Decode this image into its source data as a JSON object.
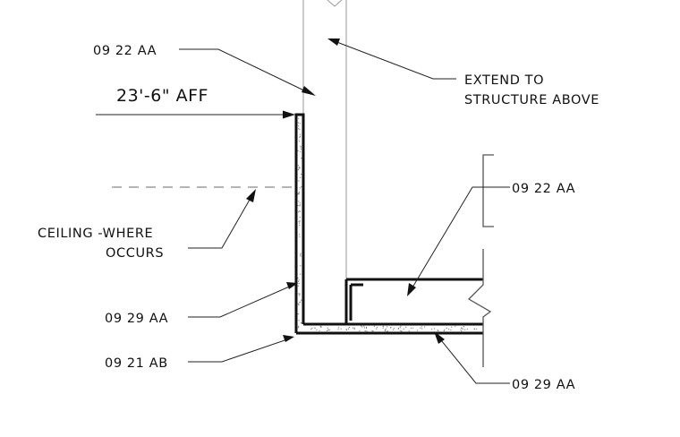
{
  "labels": {
    "top_board": "09 22 AA",
    "elevation": "23'-6\" AFF",
    "extend_line1": "EXTEND TO",
    "extend_line2": "STRUCTURE ABOVE",
    "right_board": "09 22 AA",
    "ceiling_line1": "CEILING -WHERE",
    "ceiling_line2": "OCCURS",
    "left_finish": "09 29 AA",
    "left_sealant": "09 21 AB",
    "bottom_finish": "09 29 AA"
  },
  "colors": {
    "line": "#111111",
    "light_line": "#9a9a9a",
    "background": "#ffffff"
  }
}
